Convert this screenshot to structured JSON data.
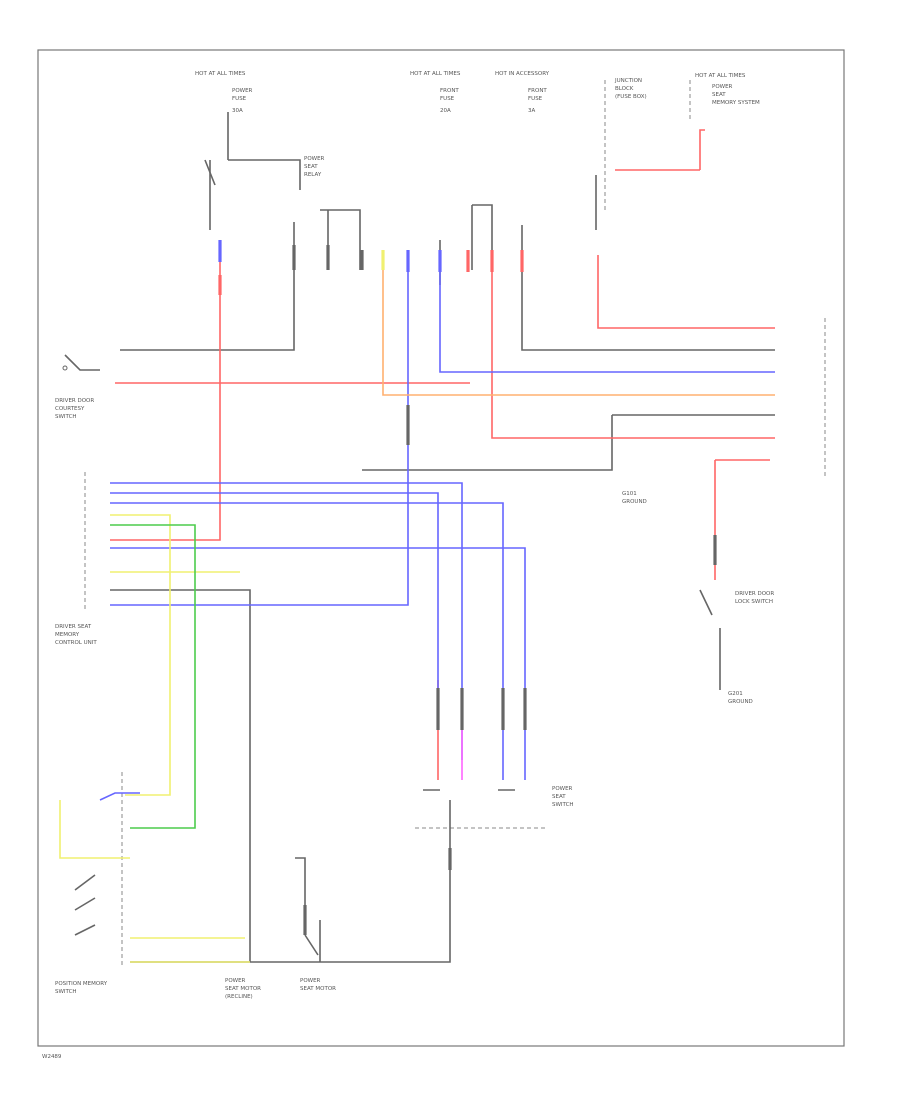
{
  "diagram": {
    "fuse_top_left": [
      "HOT AT ALL TIMES",
      "POWER",
      "FUSE",
      "30A"
    ],
    "power_relay": [
      "POWER",
      "SEAT",
      "RELAY"
    ],
    "fuse_mid": [
      "HOT AT ALL TIMES",
      "FRONT",
      "FUSE",
      "20A"
    ],
    "fuse_access": [
      "HOT IN ACCESSORY",
      "FRONT",
      "FUSE",
      "3A"
    ],
    "junction_block": [
      "JUNCTION",
      "BLOCK",
      "(FUSE BOX)"
    ],
    "fuse_right": [
      "HOT AT ALL TIMES",
      "POWER",
      "SEAT",
      "MEMORY SYSTEM"
    ],
    "driver_door_switch": [
      "DRIVER DOOR",
      "COURTESY",
      "SWITCH"
    ],
    "control_unit": [
      "DRIVER SEAT",
      "MEMORY",
      "CONTROL UNIT"
    ],
    "memory_switch": [
      "POSITION MEMORY",
      "SWITCH"
    ],
    "ground_1": [
      "G101",
      "GROUND"
    ],
    "ground_2": [
      "G201",
      "GROUND"
    ],
    "door_lock_switch": [
      "DRIVER DOOR",
      "LOCK SWITCH"
    ],
    "seat_switch": [
      "POWER",
      "SEAT",
      "SWITCH"
    ],
    "motor_1": [
      "POWER",
      "SEAT MOTOR",
      "(RECLINE)"
    ],
    "motor_2": [
      "POWER",
      "SEAT MOTOR"
    ],
    "footer": "W2489"
  },
  "colors": {
    "red": "#ff6666",
    "blue": "#6666ff",
    "orange": "#ffb070",
    "yellow": "#f0f070",
    "green": "#4ccc4c",
    "pink": "#ff66ff",
    "black": "#666666"
  }
}
